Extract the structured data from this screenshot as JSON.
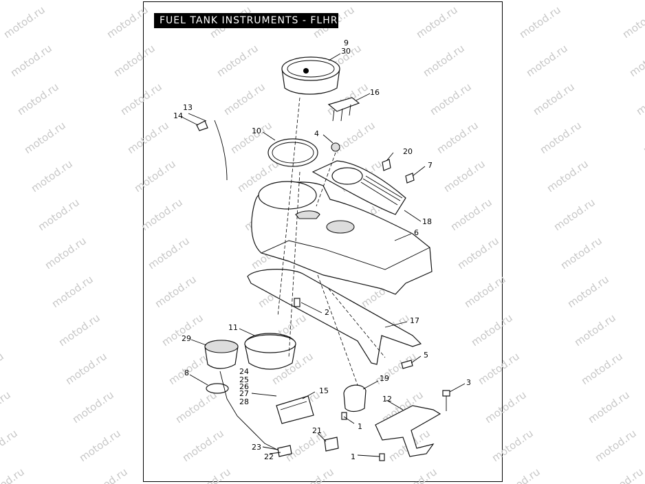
{
  "title": "FUEL TANK INSTRUMENTS - FLHRS",
  "watermark": "motod.ru",
  "colors": {
    "line": "#000000",
    "watermark": "#c7c7c7",
    "title_bg": "#000000",
    "title_text": "#ffffff"
  },
  "callouts": {
    "c1a": "1",
    "c1b": "1",
    "c2": "2",
    "c3": "3",
    "c4": "4",
    "c5": "5",
    "c6": "6",
    "c7": "7",
    "c8": "8",
    "c9": "9",
    "c30": "30",
    "c10": "10",
    "c11": "11",
    "c12": "12",
    "c13": "13",
    "c14": "14",
    "c15": "15",
    "c16": "16",
    "c17": "17",
    "c18": "18",
    "c19": "19",
    "c20": "20",
    "c21": "21",
    "c22": "22",
    "c23": "23",
    "c24": "24",
    "c25": "25",
    "c26": "26",
    "c27": "27",
    "c28": "28",
    "c29": "29"
  }
}
